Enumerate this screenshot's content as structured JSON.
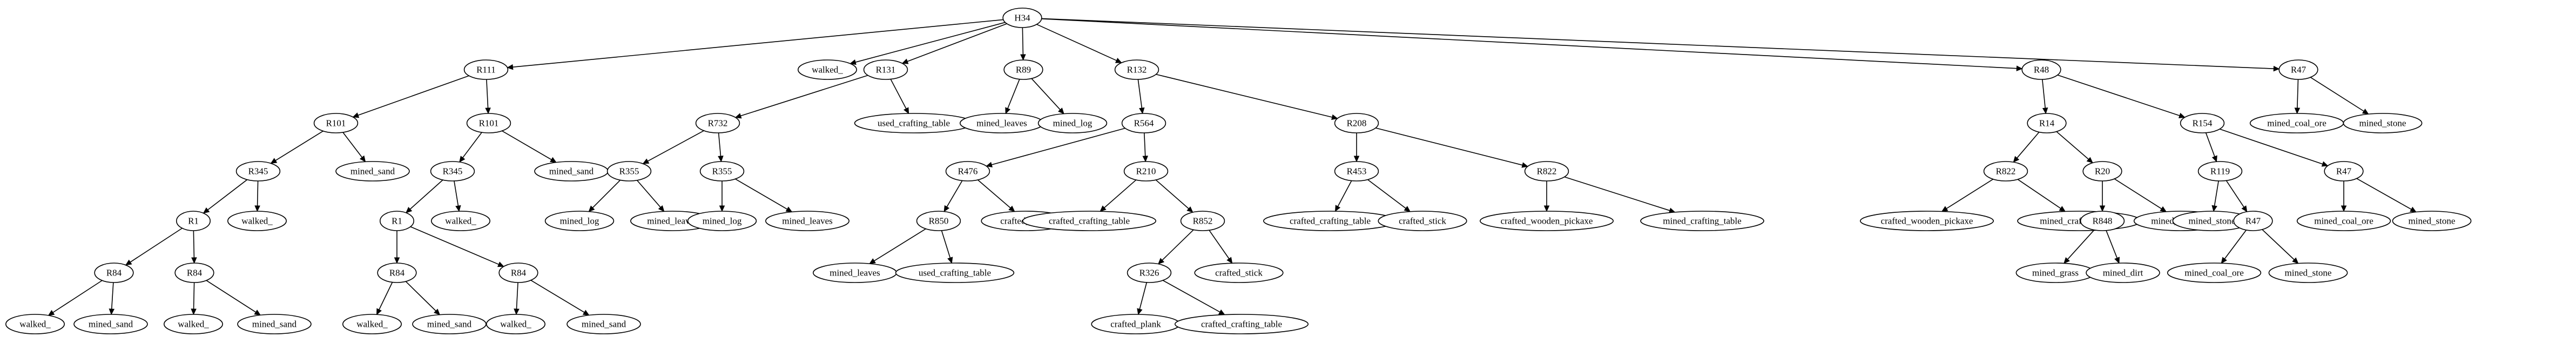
{
  "nodes": [
    {
      "id": "n0",
      "label": "H34"
    },
    {
      "id": "n1",
      "label": "R111"
    },
    {
      "id": "n2",
      "label": "walked_"
    },
    {
      "id": "n3",
      "label": "R131"
    },
    {
      "id": "n4",
      "label": "R89"
    },
    {
      "id": "n5",
      "label": "R132"
    },
    {
      "id": "n6",
      "label": "R48"
    },
    {
      "id": "n7",
      "label": "R47"
    },
    {
      "id": "n8",
      "label": "R101"
    },
    {
      "id": "n9",
      "label": "R101"
    },
    {
      "id": "n10",
      "label": "R345"
    },
    {
      "id": "n11",
      "label": "mined_sand"
    },
    {
      "id": "n12",
      "label": "R345"
    },
    {
      "id": "n13",
      "label": "mined_sand"
    },
    {
      "id": "n14",
      "label": "R1"
    },
    {
      "id": "n15",
      "label": "walked_"
    },
    {
      "id": "n16",
      "label": "R1"
    },
    {
      "id": "n17",
      "label": "walked_"
    },
    {
      "id": "n18",
      "label": "R84"
    },
    {
      "id": "n19",
      "label": "R84"
    },
    {
      "id": "n20",
      "label": "R84"
    },
    {
      "id": "n21",
      "label": "R84"
    },
    {
      "id": "n22",
      "label": "walked_"
    },
    {
      "id": "n23",
      "label": "mined_sand"
    },
    {
      "id": "n24",
      "label": "walked_"
    },
    {
      "id": "n25",
      "label": "mined_sand"
    },
    {
      "id": "n26",
      "label": "walked_"
    },
    {
      "id": "n27",
      "label": "mined_sand"
    },
    {
      "id": "n28",
      "label": "walked_"
    },
    {
      "id": "n29",
      "label": "mined_sand"
    },
    {
      "id": "n30",
      "label": "R732"
    },
    {
      "id": "n31",
      "label": "used_crafting_table"
    },
    {
      "id": "n32",
      "label": "R355"
    },
    {
      "id": "n33",
      "label": "R355"
    },
    {
      "id": "n34",
      "label": "mined_log"
    },
    {
      "id": "n35",
      "label": "mined_leaves"
    },
    {
      "id": "n36",
      "label": "mined_log"
    },
    {
      "id": "n37",
      "label": "mined_leaves"
    },
    {
      "id": "n38",
      "label": "mined_leaves"
    },
    {
      "id": "n39",
      "label": "mined_log"
    },
    {
      "id": "n40",
      "label": "R564"
    },
    {
      "id": "n41",
      "label": "R208"
    },
    {
      "id": "n42",
      "label": "R476"
    },
    {
      "id": "n43",
      "label": "R210"
    },
    {
      "id": "n44",
      "label": "R850"
    },
    {
      "id": "n45",
      "label": "crafted_plank"
    },
    {
      "id": "n46",
      "label": "mined_leaves"
    },
    {
      "id": "n47",
      "label": "used_crafting_table"
    },
    {
      "id": "n48",
      "label": "crafted_crafting_table"
    },
    {
      "id": "n49",
      "label": "R852"
    },
    {
      "id": "n50",
      "label": "R326"
    },
    {
      "id": "n51",
      "label": "crafted_stick"
    },
    {
      "id": "n52",
      "label": "crafted_plank"
    },
    {
      "id": "n53",
      "label": "crafted_crafting_table"
    },
    {
      "id": "n54",
      "label": "R453"
    },
    {
      "id": "n55",
      "label": "R822"
    },
    {
      "id": "n56",
      "label": "crafted_crafting_table"
    },
    {
      "id": "n57",
      "label": "crafted_stick"
    },
    {
      "id": "n58",
      "label": "crafted_wooden_pickaxe"
    },
    {
      "id": "n59",
      "label": "mined_crafting_table"
    },
    {
      "id": "n60",
      "label": "R14"
    },
    {
      "id": "n61",
      "label": "R154"
    },
    {
      "id": "n62",
      "label": "R822"
    },
    {
      "id": "n63",
      "label": "R20"
    },
    {
      "id": "n64",
      "label": "crafted_wooden_pickaxe"
    },
    {
      "id": "n65",
      "label": "mined_crafting_table"
    },
    {
      "id": "n66",
      "label": "R848"
    },
    {
      "id": "n67",
      "label": "mined_coal_ore"
    },
    {
      "id": "n68",
      "label": "mined_grass"
    },
    {
      "id": "n69",
      "label": "mined_dirt"
    },
    {
      "id": "n70",
      "label": "R119"
    },
    {
      "id": "n71",
      "label": "R47"
    },
    {
      "id": "n72",
      "label": "mined_stone"
    },
    {
      "id": "n73",
      "label": "R47"
    },
    {
      "id": "n74",
      "label": "mined_coal_ore"
    },
    {
      "id": "n75",
      "label": "mined_stone"
    },
    {
      "id": "n76",
      "label": "mined_coal_ore"
    },
    {
      "id": "n77",
      "label": "mined_stone"
    },
    {
      "id": "n78",
      "label": "mined_coal_ore"
    },
    {
      "id": "n79",
      "label": "mined_stone"
    }
  ],
  "edges": [
    [
      "n0",
      "n1"
    ],
    [
      "n0",
      "n2"
    ],
    [
      "n0",
      "n3"
    ],
    [
      "n0",
      "n4"
    ],
    [
      "n0",
      "n5"
    ],
    [
      "n0",
      "n6"
    ],
    [
      "n0",
      "n7"
    ],
    [
      "n1",
      "n8"
    ],
    [
      "n1",
      "n9"
    ],
    [
      "n8",
      "n10"
    ],
    [
      "n8",
      "n11"
    ],
    [
      "n9",
      "n12"
    ],
    [
      "n9",
      "n13"
    ],
    [
      "n10",
      "n14"
    ],
    [
      "n10",
      "n15"
    ],
    [
      "n12",
      "n16"
    ],
    [
      "n12",
      "n17"
    ],
    [
      "n14",
      "n18"
    ],
    [
      "n14",
      "n19"
    ],
    [
      "n16",
      "n20"
    ],
    [
      "n16",
      "n21"
    ],
    [
      "n18",
      "n22"
    ],
    [
      "n18",
      "n23"
    ],
    [
      "n19",
      "n24"
    ],
    [
      "n19",
      "n25"
    ],
    [
      "n20",
      "n26"
    ],
    [
      "n20",
      "n27"
    ],
    [
      "n21",
      "n28"
    ],
    [
      "n21",
      "n29"
    ],
    [
      "n3",
      "n30"
    ],
    [
      "n3",
      "n31"
    ],
    [
      "n30",
      "n32"
    ],
    [
      "n30",
      "n33"
    ],
    [
      "n32",
      "n34"
    ],
    [
      "n32",
      "n35"
    ],
    [
      "n33",
      "n36"
    ],
    [
      "n33",
      "n37"
    ],
    [
      "n4",
      "n38"
    ],
    [
      "n4",
      "n39"
    ],
    [
      "n5",
      "n40"
    ],
    [
      "n5",
      "n41"
    ],
    [
      "n40",
      "n42"
    ],
    [
      "n40",
      "n43"
    ],
    [
      "n42",
      "n44"
    ],
    [
      "n42",
      "n45"
    ],
    [
      "n44",
      "n46"
    ],
    [
      "n44",
      "n47"
    ],
    [
      "n43",
      "n48"
    ],
    [
      "n43",
      "n49"
    ],
    [
      "n49",
      "n50"
    ],
    [
      "n49",
      "n51"
    ],
    [
      "n50",
      "n52"
    ],
    [
      "n50",
      "n53"
    ],
    [
      "n41",
      "n54"
    ],
    [
      "n41",
      "n55"
    ],
    [
      "n54",
      "n56"
    ],
    [
      "n54",
      "n57"
    ],
    [
      "n55",
      "n58"
    ],
    [
      "n55",
      "n59"
    ],
    [
      "n6",
      "n60"
    ],
    [
      "n6",
      "n61"
    ],
    [
      "n60",
      "n62"
    ],
    [
      "n60",
      "n63"
    ],
    [
      "n62",
      "n64"
    ],
    [
      "n62",
      "n65"
    ],
    [
      "n63",
      "n66"
    ],
    [
      "n63",
      "n67"
    ],
    [
      "n66",
      "n68"
    ],
    [
      "n66",
      "n69"
    ],
    [
      "n61",
      "n70"
    ],
    [
      "n61",
      "n71"
    ],
    [
      "n70",
      "n72"
    ],
    [
      "n70",
      "n73"
    ],
    [
      "n73",
      "n74"
    ],
    [
      "n73",
      "n75"
    ],
    [
      "n71",
      "n76"
    ],
    [
      "n71",
      "n77"
    ],
    [
      "n7",
      "n78"
    ],
    [
      "n7",
      "n79"
    ]
  ]
}
